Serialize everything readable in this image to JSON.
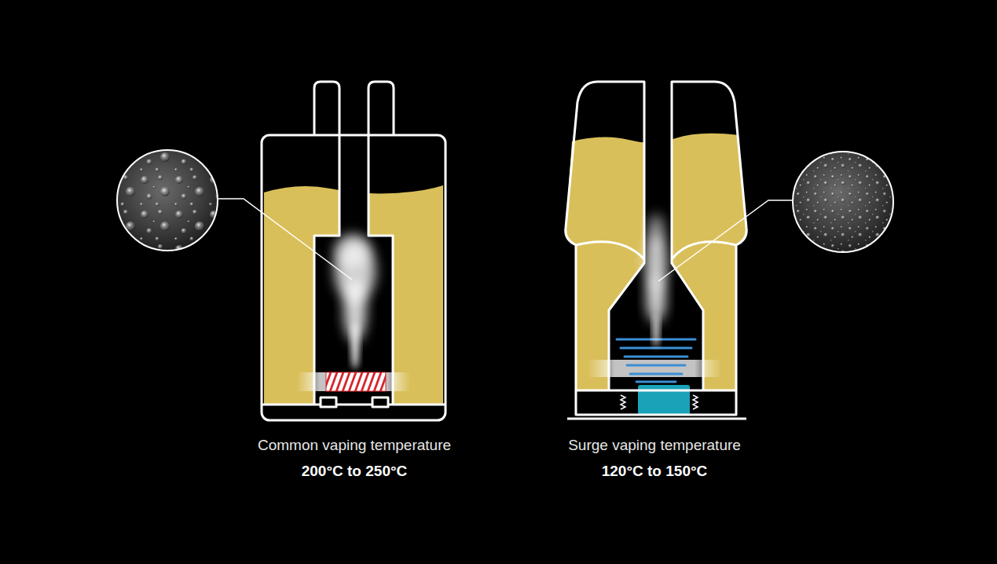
{
  "diagram": {
    "labels": [
      "Common vaping temperature",
      "200°C to 250°C",
      "Surge vaping temperature",
      "120°C to 150°C"
    ]
  }
}
